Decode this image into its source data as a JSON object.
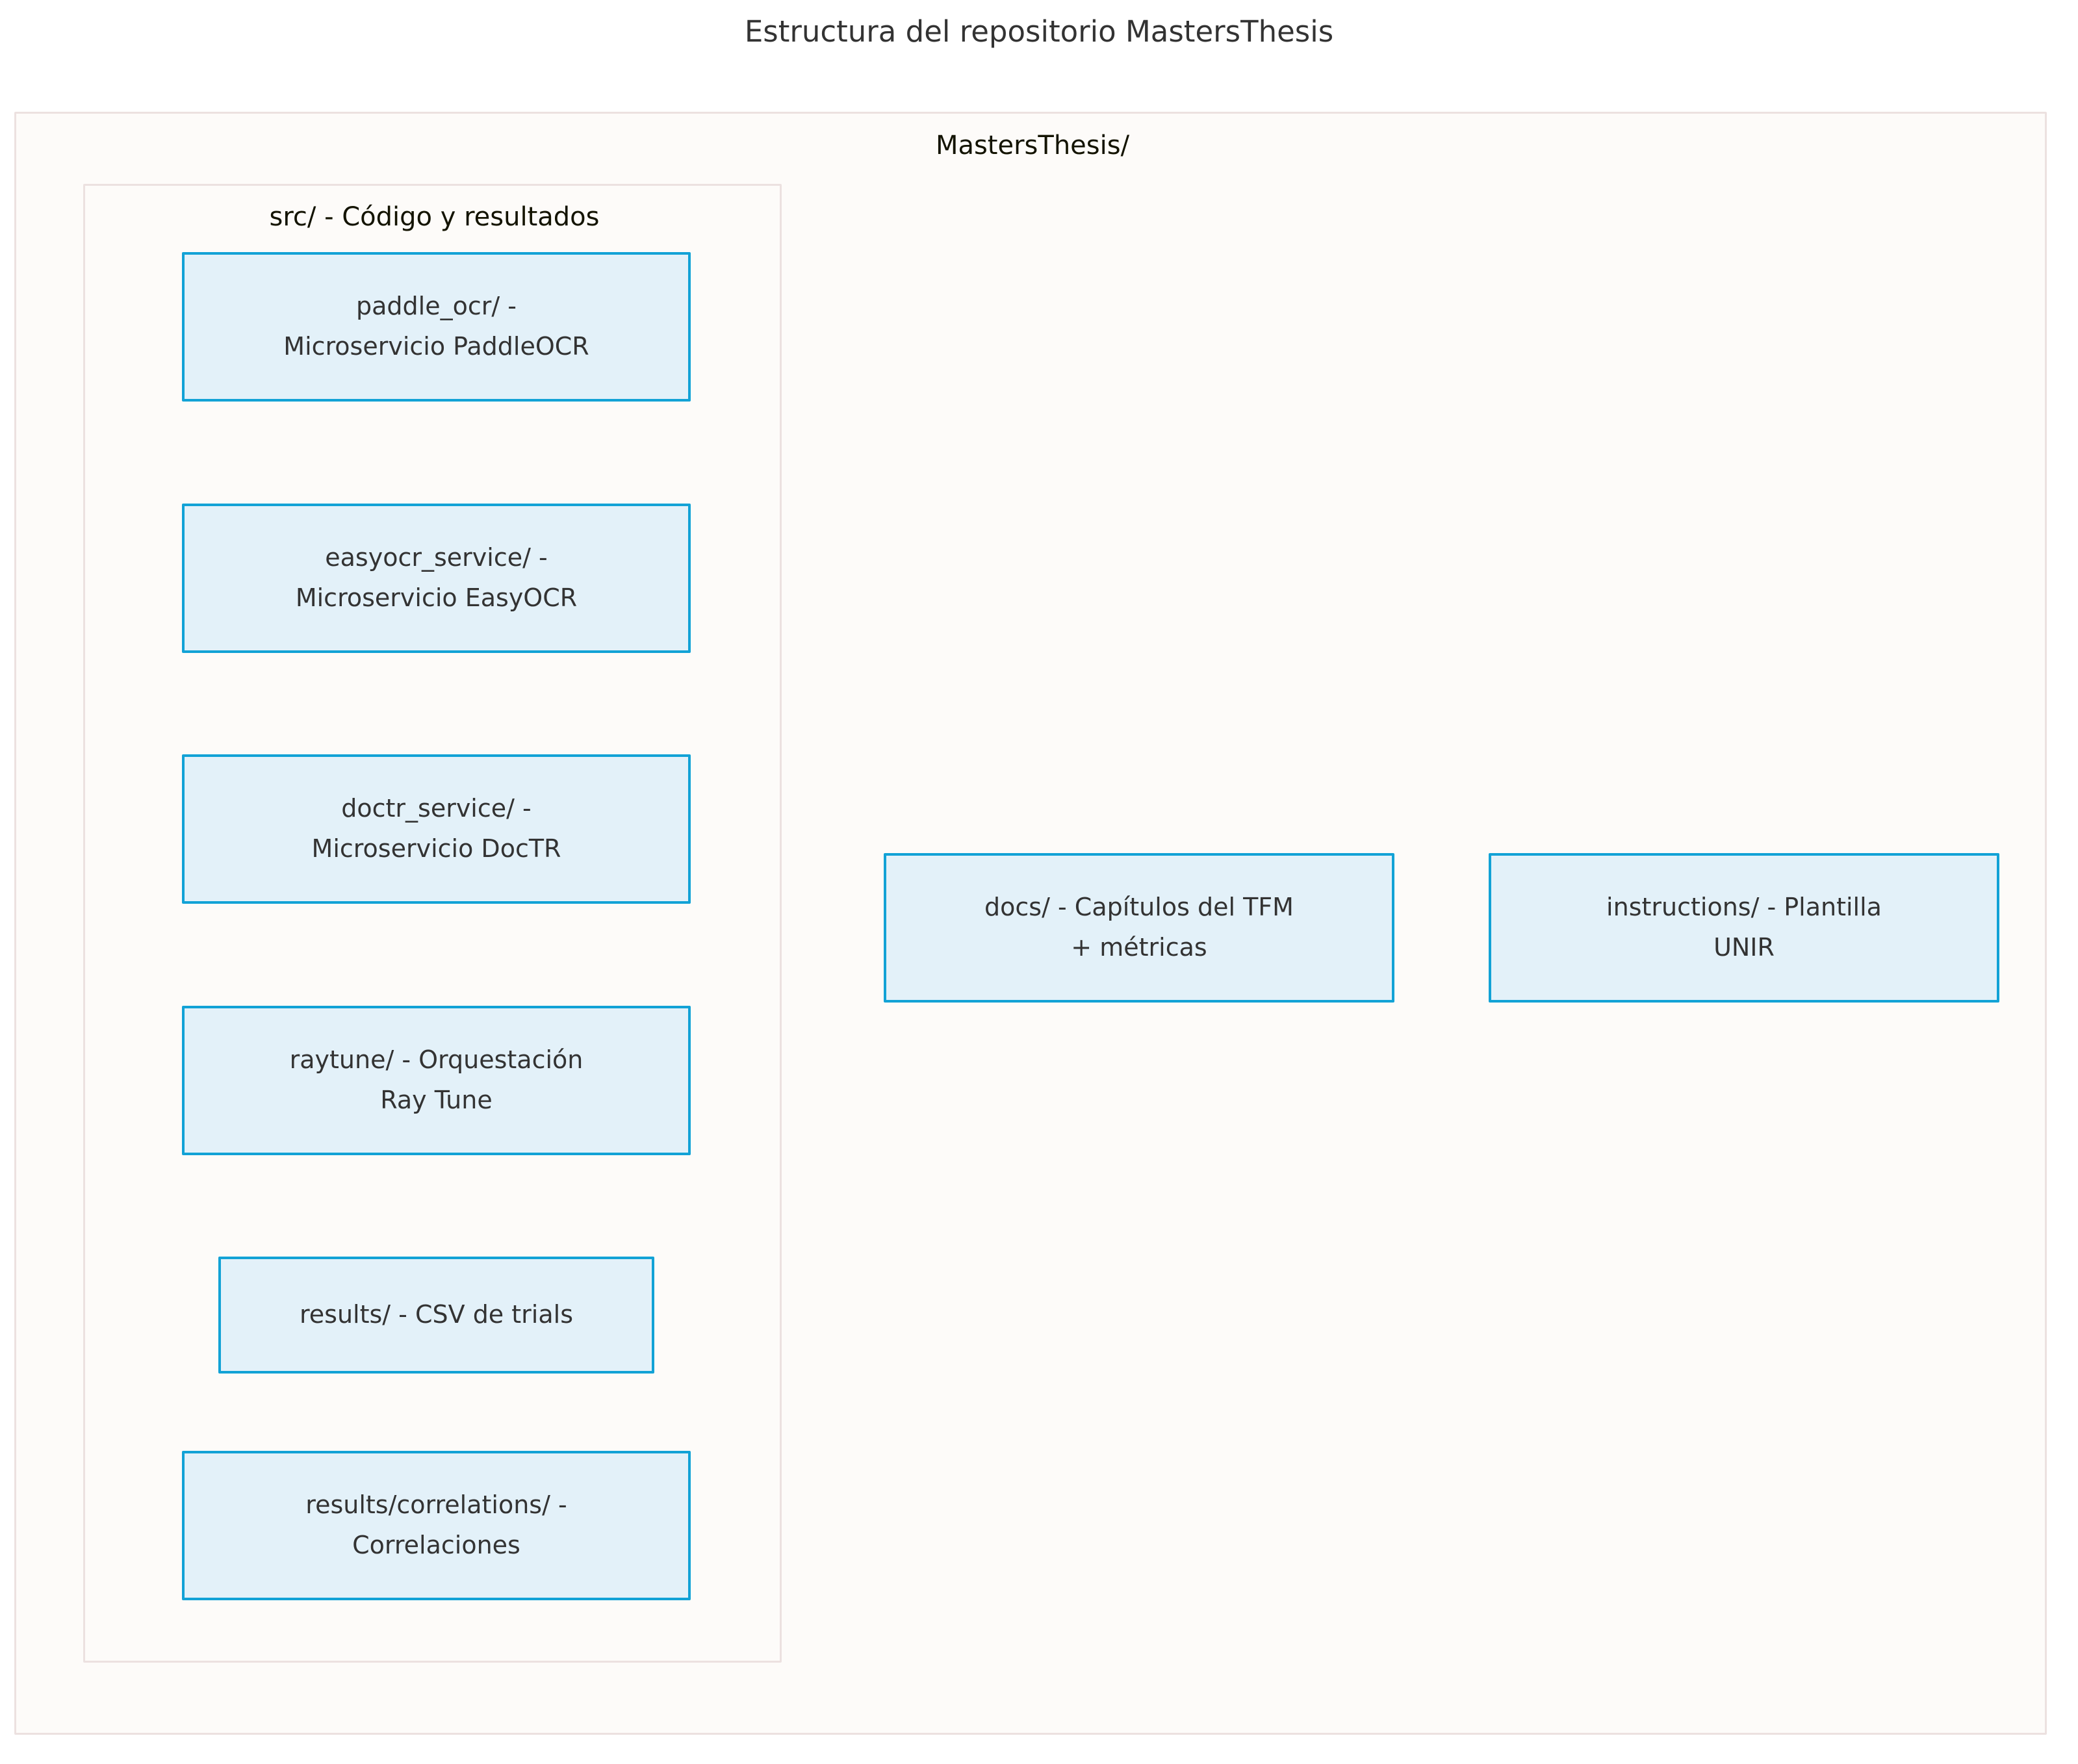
{
  "title": "Estructura del repositorio MastersThesis",
  "colors": {
    "node_fill": "#e3f1f9",
    "node_border": "#12a2d6",
    "cluster_fill": "#fdfbf9",
    "cluster_border": "#ece1e0",
    "text": "#333333",
    "page_background": "#ffffff"
  },
  "root_cluster": {
    "label": "MastersThesis/"
  },
  "src_cluster": {
    "label": "src/ - Código y resultados",
    "nodes": [
      {
        "id": "paddle_ocr",
        "line1": "paddle_ocr/ -",
        "line2": "Microservicio PaddleOCR",
        "text": "paddle_ocr/ -\nMicroservicio PaddleOCR"
      },
      {
        "id": "easyocr_service",
        "line1": "easyocr_service/ -",
        "line2": "Microservicio EasyOCR",
        "text": "easyocr_service/ -\nMicroservicio EasyOCR"
      },
      {
        "id": "doctr_service",
        "line1": "doctr_service/ -",
        "line2": "Microservicio DocTR",
        "text": "doctr_service/ -\nMicroservicio DocTR"
      },
      {
        "id": "raytune",
        "line1": "raytune/ - Orquestación",
        "line2": "Ray Tune",
        "text": "raytune/ - Orquestación\nRay Tune"
      },
      {
        "id": "results",
        "line1": "results/ - CSV de trials",
        "line2": "",
        "text": "results/ - CSV de trials"
      },
      {
        "id": "results_correlations",
        "line1": "results/correlations/ -",
        "line2": "Correlaciones",
        "text": "results/correlations/ -\nCorrelaciones"
      }
    ]
  },
  "root_nodes": [
    {
      "id": "docs",
      "line1": "docs/ - Capítulos del TFM",
      "line2": "+ métricas",
      "text": "docs/ - Capítulos del TFM\n+ métricas"
    },
    {
      "id": "instructions",
      "line1": "instructions/ - Plantilla",
      "line2": "UNIR",
      "text": "instructions/ - Plantilla\nUNIR"
    }
  ]
}
